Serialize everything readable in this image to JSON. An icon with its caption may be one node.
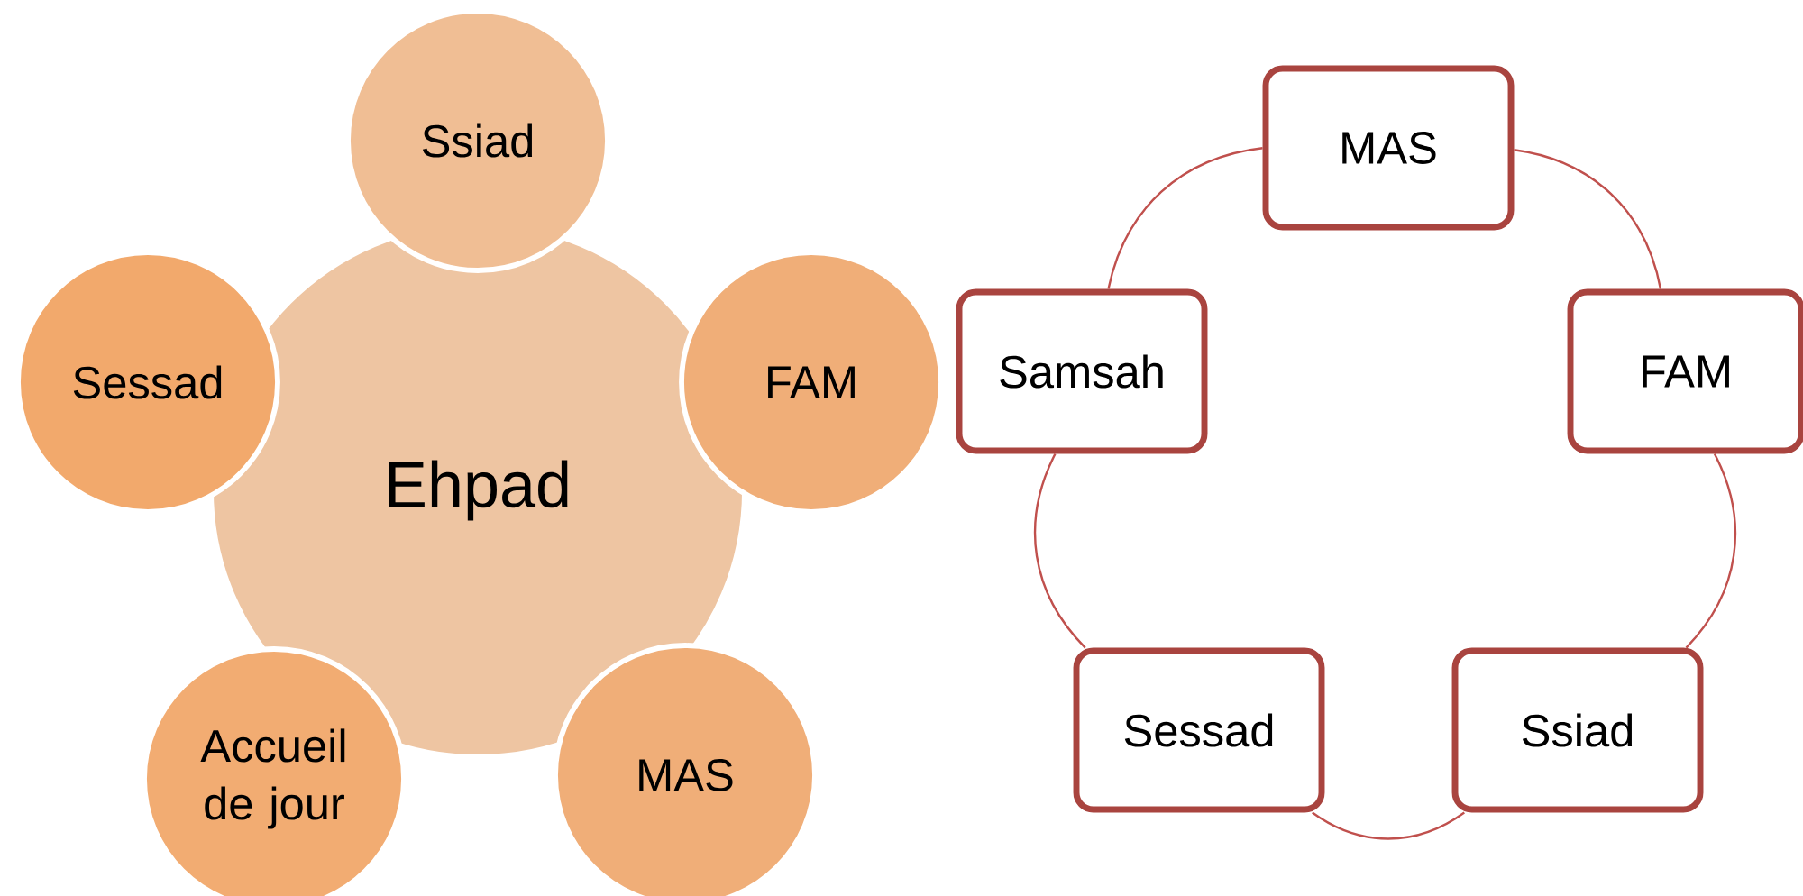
{
  "diagram": {
    "nodes": [
      {
        "text": [
          "Ssiad"
        ]
      },
      {
        "text": [
          "Sessad"
        ]
      },
      {
        "text": [
          "FAM"
        ]
      },
      {
        "text": [
          "Ehpad"
        ]
      },
      {
        "text": [
          "Accueil de jour"
        ]
      },
      {
        "text": [
          "MAS"
        ]
      },
      {
        "text": [
          "MAS"
        ]
      },
      {
        "text": [
          "Samsah"
        ]
      },
      {
        "text": [
          "FAM"
        ]
      },
      {
        "text": [
          "Sessad"
        ]
      },
      {
        "text": [
          "Ssiad"
        ]
      }
    ],
    "edges": [
      {
        "from": 6,
        "to": 8,
        "arrow": "none"
      },
      {
        "from": 8,
        "to": 10,
        "arrow": "none"
      },
      {
        "from": 10,
        "to": 9,
        "arrow": "none"
      },
      {
        "from": 9,
        "to": 7,
        "arrow": "none"
      },
      {
        "from": 7,
        "to": 6,
        "arrow": "none"
      }
    ]
  }
}
